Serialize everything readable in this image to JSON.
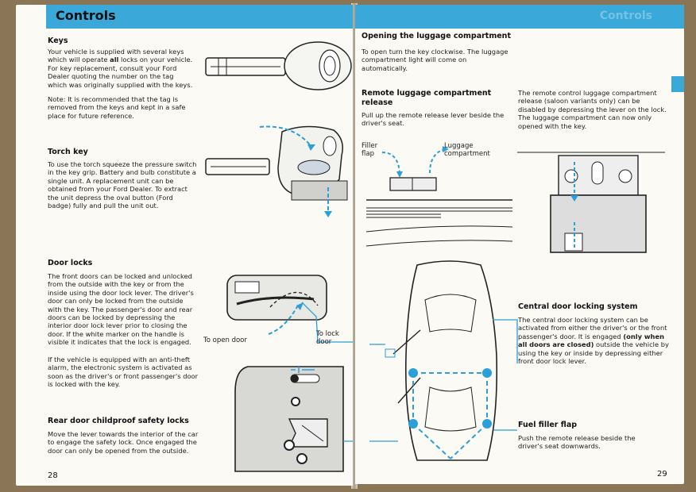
{
  "left": {
    "header": "Controls",
    "keys": {
      "heading": "Keys",
      "p1_a": "Your vehicle is supplied with several keys which will operate ",
      "p1_bold": "all",
      "p1_b": " locks on your vehicle. For key replacement, consult your Ford Dealer quoting the number on the tag which was originally supplied with the keys.",
      "p2": "Note: It is recommended that the tag is removed from the keys and kept in a safe place for future reference."
    },
    "torch": {
      "heading": "Torch key",
      "p1": "To use the torch squeeze the pressure switch in the key grip. Battery and bulb constitute a single unit. A replacement unit can be obtained from your Ford Dealer. To extract the unit depress the oval button (Ford badge) fully and pull the unit out."
    },
    "door_locks": {
      "heading": "Door locks",
      "p1": "The front doors can be locked and unlocked from the outside with the key or from the inside using the door lock lever. The driver's door can only be locked from the outside with the key. The passenger's door and rear doors can be locked by depressing the interior door lock lever prior to closing the door. If the white marker on the handle is visible it indicates that the lock is engaged.",
      "p2": "If the vehicle is equipped with an anti-theft alarm, the electronic system is activated as soon as the driver's or front passenger's door is locked with the key.",
      "to_lock_label": "To lock door",
      "to_open_label": "To open door"
    },
    "childproof": {
      "heading": "Rear door childproof safety locks",
      "p1": "Move the lever towards the interior of the car to engage the safety lock. Once engaged the door can only be opened from the outside."
    },
    "page_number": "28"
  },
  "right": {
    "header": "Controls",
    "luggage": {
      "heading": "Opening the luggage compartment",
      "p1": "To open turn the key clockwise. The luggage compartment light will come on automatically."
    },
    "remote": {
      "heading": "Remote luggage compartment release",
      "p1": "Pull up the remote release lever beside the driver's seat.",
      "filler_flap_label": "Filler flap",
      "luggage_label": "Luggage compartment"
    },
    "remote_note": "The remote control luggage compartment release (saloon variants only) can be disabled by depressing the lever on the lock. The luggage compartment can now only opened with the key.",
    "central": {
      "heading": "Central door locking system",
      "p1_a": "The central door locking system can be activated from either the driver's or the front passenger's door. It is engaged ",
      "p1_bold": "(only when all doors are closed)",
      "p1_b": " outside the vehicle by using the key or inside by depressing either front door lock lever."
    },
    "fuel": {
      "heading": "Fuel filler flap",
      "p1": "Push the remote release beside the driver's seat downwards."
    },
    "page_number": "29"
  },
  "colors": {
    "accent": "#3aa8d8",
    "page": "#fbfaf5",
    "text": "#1c1c1c"
  },
  "icons": [
    "key-illustration",
    "torch-key-illustration",
    "interior-door-handle-illustration",
    "childproof-lock-illustration",
    "remote-release-lever-illustration",
    "luggage-lock-illustration",
    "car-top-view-illustration"
  ]
}
